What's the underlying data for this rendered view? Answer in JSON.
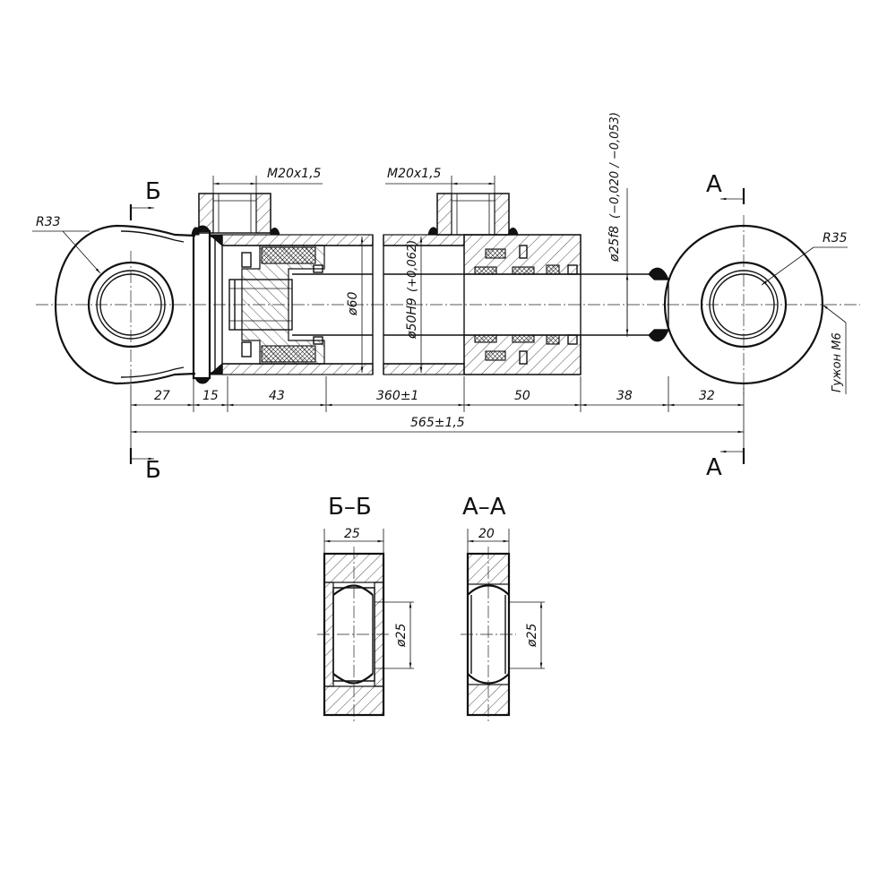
{
  "labels": {
    "thread_left": "M20x1,5",
    "thread_right": "M20x1,5",
    "radius_left": "R33",
    "radius_right": "R35",
    "dia_bore": "ø60",
    "dia_piston": "ø50H9",
    "dia_piston_tol": "(+0,062)",
    "dia_rod": "ø25f8",
    "dia_rod_tol": "(−0,020 / −0,053)",
    "grease": "Гужон М6",
    "section_b": "Б",
    "section_a": "А",
    "section_title_b": "Б–Б",
    "section_title_a": "А–А",
    "view_b_width": "25",
    "view_a_width": "20",
    "view_b_dia": "ø25",
    "view_a_dia": "ø25"
  },
  "dimensions": {
    "d1": "27",
    "d2": "15",
    "d3": "43",
    "d4": "360±1",
    "d5": "50",
    "d6": "38",
    "d7": "32",
    "total": "565±1,5"
  }
}
